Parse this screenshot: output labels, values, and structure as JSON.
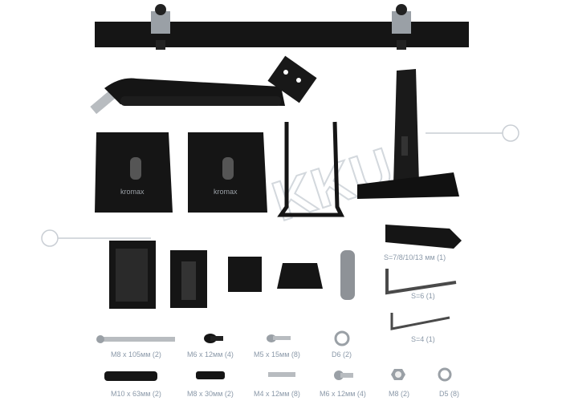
{
  "brand": "kromax",
  "watermark": "KKU",
  "parts": [
    {
      "id": "wrench",
      "label": "S=7/8/10/13 мм (1)"
    },
    {
      "id": "hex6",
      "label": "S=6 (1)"
    },
    {
      "id": "hex4",
      "label": "S=4 (1)"
    },
    {
      "id": "m8x105",
      "label": "M8 x 105мм (2)"
    },
    {
      "id": "m6x12",
      "label": "M6 x 12мм (4)"
    },
    {
      "id": "m5x15",
      "label": "M5 x 15мм (8)"
    },
    {
      "id": "d6",
      "label": "D6 (2)"
    },
    {
      "id": "m10x63",
      "label": "M10 x 63мм (2)"
    },
    {
      "id": "m8x30",
      "label": "M8 x 30мм (2)"
    },
    {
      "id": "m4x12",
      "label": "M4 x 12мм (8)"
    },
    {
      "id": "m6x12b",
      "label": "M6 x 12мм (4)"
    },
    {
      "id": "m8nut",
      "label": "M8 (2)"
    },
    {
      "id": "d5",
      "label": "D5 (8)"
    }
  ],
  "colors": {
    "metal": "#151515",
    "steel": "#b8bcc0",
    "label": "#8a98a8",
    "watermark": "#c9ced4"
  }
}
